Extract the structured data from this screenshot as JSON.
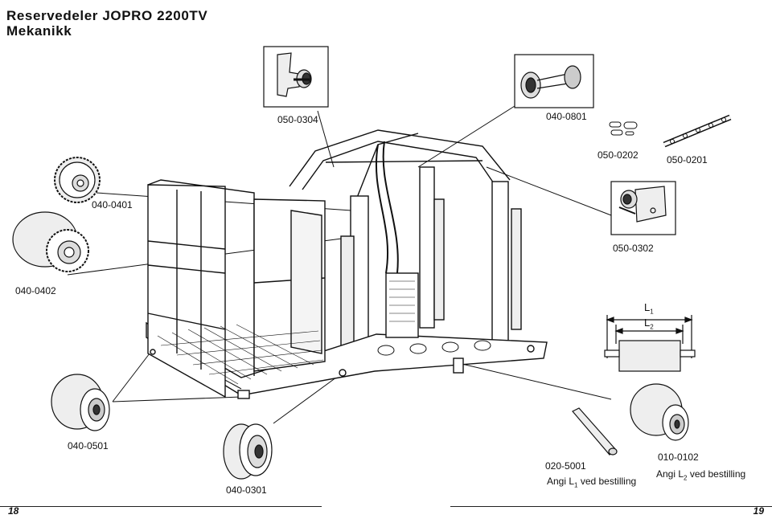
{
  "title": {
    "line1": "Reservedeler JOPRO 2200TV",
    "line2": "Mekanikk"
  },
  "parts": {
    "p050_0304": "050-0304",
    "p040_0801": "040-0801",
    "p050_0202": "050-0202",
    "p050_0201": "050-0201",
    "p040_0401": "040-0401",
    "p050_0302": "050-0302",
    "p040_0402": "040-0402",
    "p040_0501": "040-0501",
    "p040_0301": "040-0301",
    "p020_5001": "020-5001",
    "p010_0102": "010-0102"
  },
  "notes": {
    "angi_l1_prefix": "Angi L",
    "angi_l1_sub": "1",
    "angi_l1_suffix": " ved bestilling",
    "angi_l2_prefix": "Angi L",
    "angi_l2_sub": "2",
    "angi_l2_suffix": " ved bestilling"
  },
  "dimensions": {
    "l1_letter": "L",
    "l1_sub": "1",
    "l2_letter": "L",
    "l2_sub": "2"
  },
  "footer": {
    "page_left": "18",
    "page_right": "19"
  }
}
